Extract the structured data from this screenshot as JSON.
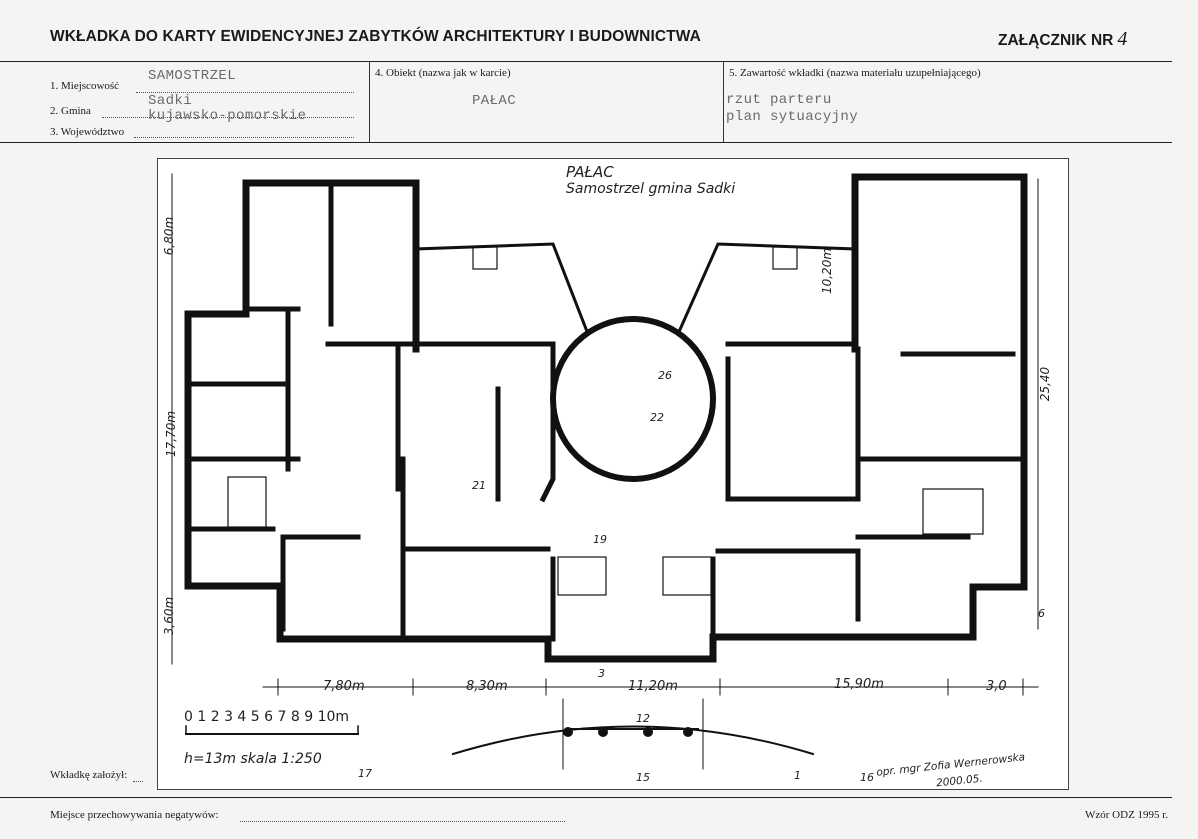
{
  "header": {
    "title": "WKŁADKA DO KARTY EWIDENCYJNEJ ZABYTKÓW ARCHITEKTURY I BUDOWNICTWA",
    "annex_label": "ZAŁĄCZNIK NR",
    "annex_number": "4"
  },
  "form": {
    "field1_label": "1. Miejscowość",
    "field1_value": "SAMOSTRZEL",
    "field2_label": "2. Gmina",
    "field2_value": "Sadki",
    "field3_label": "3. Województwo",
    "field3_value": "kujawsko-pomorskie",
    "field4_label": "4. Obiekt (nazwa jak w karcie)",
    "field4_value": "PAŁAC",
    "field5_label": "5. Zawartość wkładki (nazwa materiału uzupełniającego)",
    "field5_line1": "rzut parteru",
    "field5_line2": "plan sytuacyjny"
  },
  "plan": {
    "title": "PAŁAC",
    "subtitle": "Samostrzel  gmina Sadki",
    "dim_left_top": "6,80m",
    "dim_left_mid": "17,70m",
    "dim_left_bottom": "3,60m",
    "dim_right_top": "10,20m",
    "dim_right_mid": "25,40",
    "dim_bottom_1": "7,80m",
    "dim_bottom_2": "8,30m",
    "dim_bottom_3": "11,20m",
    "dim_bottom_4": "15,90m",
    "dim_bottom_5": "3,0",
    "scale_numbers": "0 1 2 3 4 5 6 7 8 9  10m",
    "height_scale": "h=13m   skala 1:250",
    "photo_marks": [
      "26",
      "22",
      "21",
      "19",
      "3",
      "12",
      "15",
      "17",
      "16",
      "1",
      "6"
    ],
    "signature_line1": "opr. mgr Zofia Wernerowska",
    "signature_line2": "2000.05."
  },
  "footer": {
    "made_by_label": "Wkładkę założył:",
    "storage_label": "Miejsce przechowywania negatywów:",
    "form_model": "Wzór ODZ 1995 r."
  }
}
